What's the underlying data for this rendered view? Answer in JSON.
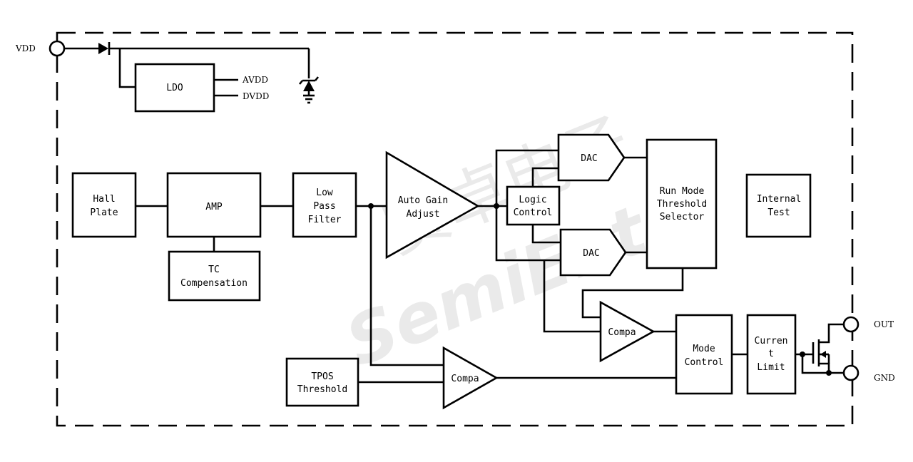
{
  "pins": {
    "vdd": "VDD",
    "out": "OUT",
    "gnd": "GND"
  },
  "supply": {
    "ldo": "LDO",
    "avdd": "AVDD",
    "dvdd": "DVDD"
  },
  "blocks": {
    "hall_plate": [
      "Hall",
      "Plate"
    ],
    "amp": "AMP",
    "tc_compensation": [
      "TC",
      "Compensation"
    ],
    "low_pass_filter": [
      "Low",
      "Pass",
      "Filter"
    ],
    "auto_gain_adjust": [
      "Auto Gain",
      "Adjust"
    ],
    "logic_control": [
      "Logic",
      "Control"
    ],
    "dac_top": "DAC",
    "dac_bottom": "DAC",
    "run_mode_threshold_selector": [
      "Run Mode",
      "Threshold",
      "Selector"
    ],
    "internal_test": [
      "Internal",
      "Test"
    ],
    "compa_upper": "Compa",
    "compa_lower": "Compa",
    "tpos_threshold": [
      "TPOS",
      "Threshold"
    ],
    "mode_control": [
      "Mode",
      "Control"
    ],
    "current_limit": [
      "Curren",
      "t",
      "Limit"
    ]
  },
  "watermark": {
    "cn": "赛卓电子",
    "en": "SemiEnt"
  },
  "colors": {
    "line": "#000000",
    "background": "#ffffff",
    "watermark": "#d9d9d9"
  }
}
